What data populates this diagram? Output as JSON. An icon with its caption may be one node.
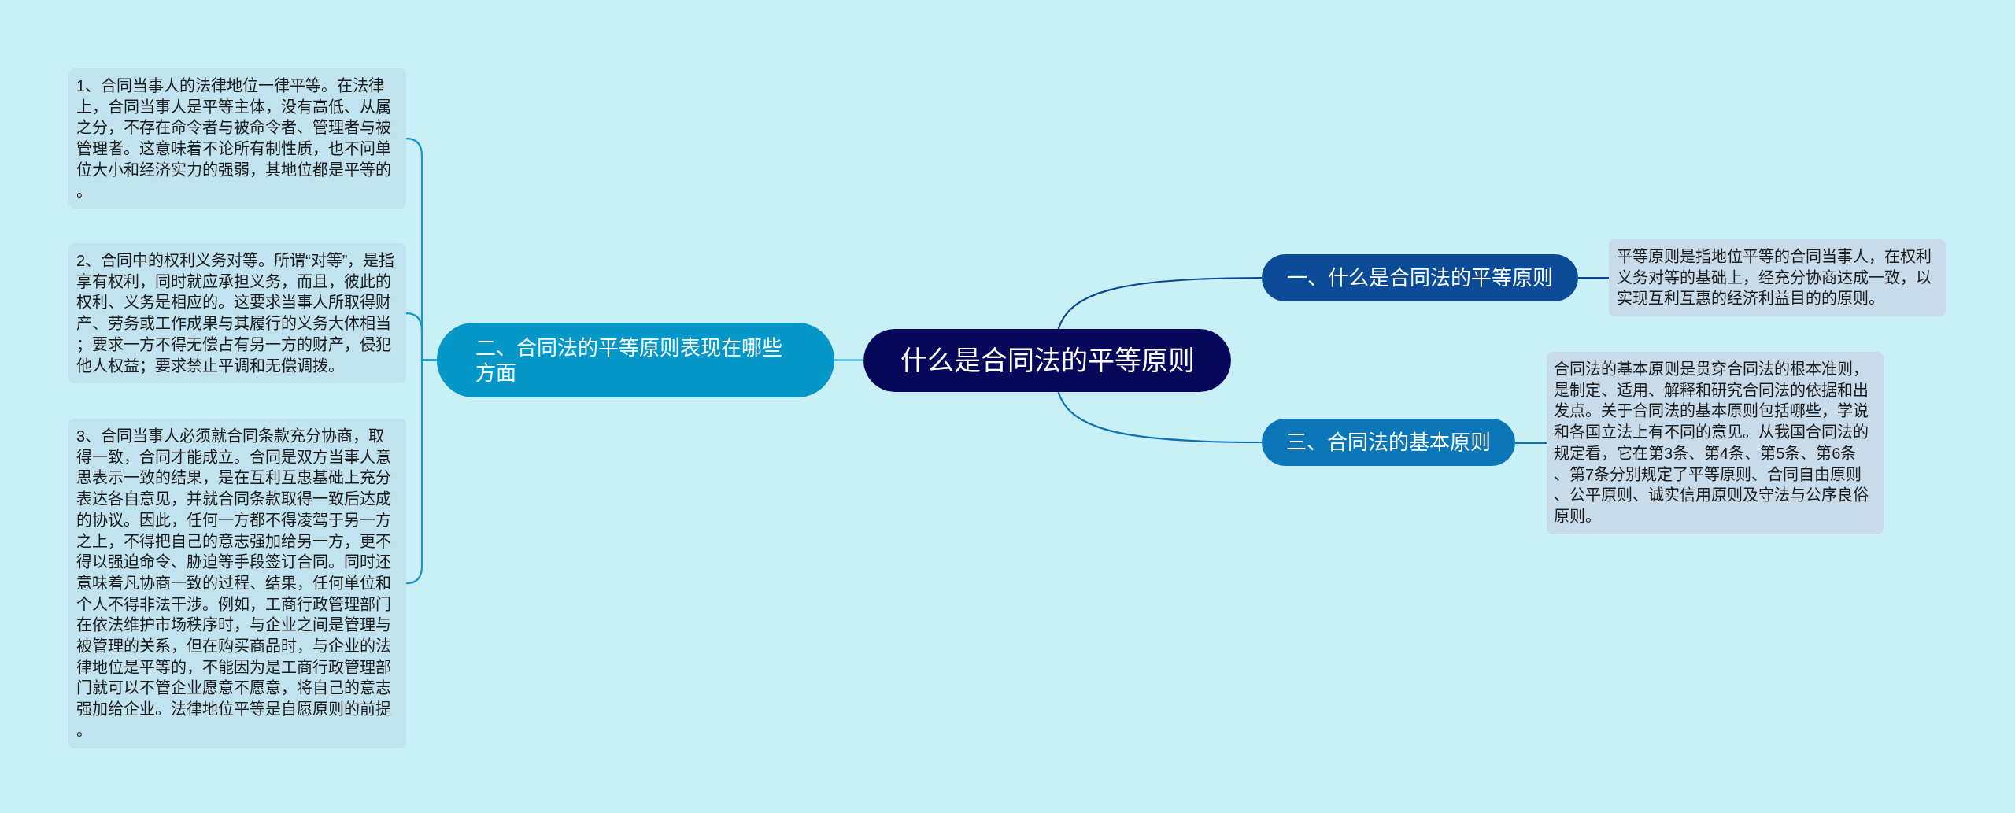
{
  "diagram": {
    "nodes": [
      {
        "text": [
          "什么是合同法的平等原则"
        ]
      },
      {
        "text": [
          "一、什么是合同法的平等原则"
        ]
      },
      {
        "text": [
          "平等原则是指地位平等的合同当事人，在权利义务对等的基础上，经充分协商达成一致，以实现互利互惠的经济利益目的的原则。"
        ]
      },
      {
        "text": [
          "二、合同法的平等原则表现在哪些方面"
        ]
      },
      {
        "text": [
          "1、合同当事人的法律地位一律平等。在法律上，合同当事人是平等主体，没有高低、从属之分，不存在命令者与被命令者、管理者与被管理者。这意味着不论所有制性质，也不问单位大小和经济实力的强弱，其地位都是平等的。"
        ]
      },
      {
        "text": [
          "2、合同中的权利义务对等。所谓“对等”，是指享有权利，同时就应承担义务，而且，彼此的权利、义务是相应的。这要求当事人所取得财产、劳务或工作成果与其履行的义务大体相当；要求一方不得无偿占有另一方的财产，侵犯他人权益；要求禁止平调和无偿调拨。"
        ]
      },
      {
        "text": [
          "3、合同当事人必须就合同条款充分协商，取得一致，合同才能成立。合同是双方当事人意思表示一致的结果，是在互利互惠基础上充分表达各自意见，并就合同条款取得一致后达成的协议。因此，任何一方都不得凌驾于另一方之上，不得把自己的意志强加给另一方，更不得以强迫命令、胁迫等手段签订合同。同时还意味着凡协商一致的过程、结果，任何单位和个人不得非法干涉。例如，工商行政管理部门在依法维护市场秩序时，与企业之间是管理与被管理的关系，但在购买商品时，与企业的法律地位是平等的，不能因为是工商行政管理部门就可以不管企业愿意不愿意，将自己的意志强加给企业。法律地位平等是自愿原则的前提。"
        ]
      },
      {
        "text": [
          "三、合同法的基本原则"
        ]
      },
      {
        "text": [
          "合同法的基本原则是贯穿合同法的根本准则，是制定、适用、解释和研究合同法的依据和出发点。关于合同法的基本原则包括哪些，学说和各国立法上有不同的意见。从我国合同法的规定看，它在第3条、第4条、第5条、第6条、第7条分别规定了平等原则、合同自由原则、公平原则、诚实信用原则及守法与公序良俗原则。"
        ]
      }
    ],
    "edges": [
      {
        "from": 0,
        "to": 1,
        "arrow": "none",
        "color": "#0b4690"
      },
      {
        "from": 1,
        "to": 2,
        "arrow": "none",
        "color": "#0b4690"
      },
      {
        "from": 0,
        "to": 3,
        "arrow": "none"
      },
      {
        "from": 3,
        "to": 4,
        "arrow": "none"
      },
      {
        "from": 3,
        "to": 5,
        "arrow": "none"
      },
      {
        "from": 3,
        "to": 6,
        "arrow": "none"
      },
      {
        "from": 0,
        "to": 7,
        "arrow": "none",
        "color": "#0d72b2"
      },
      {
        "from": 7,
        "to": 8,
        "arrow": "none",
        "color": "#0d72b2"
      }
    ]
  }
}
